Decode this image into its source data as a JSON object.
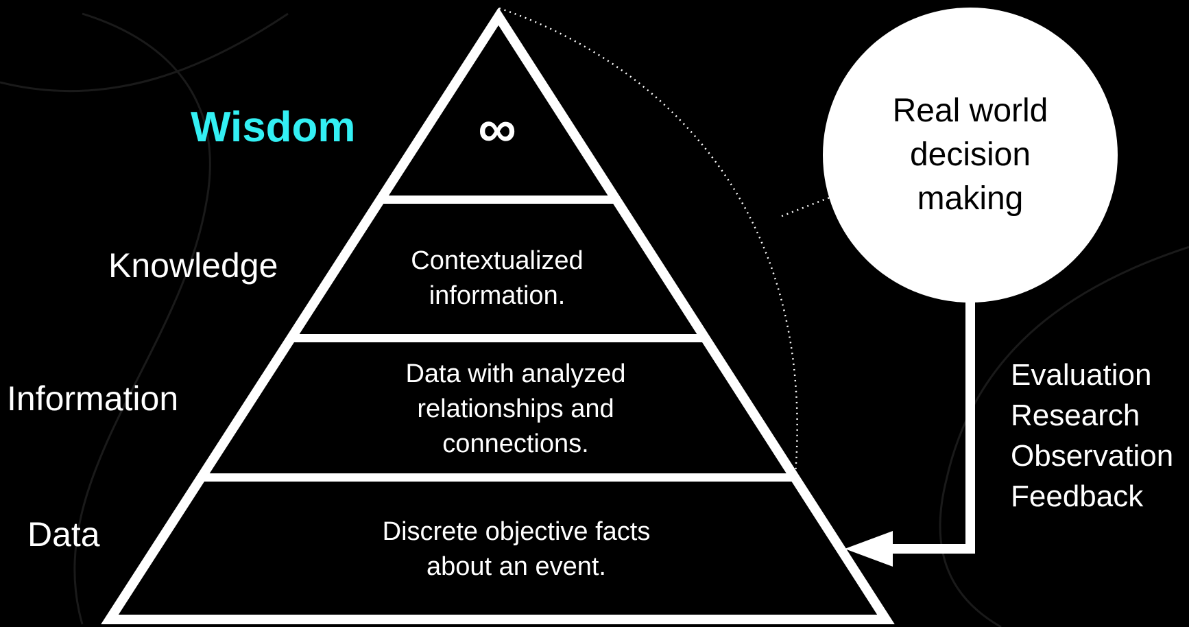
{
  "pyramid": {
    "levels": [
      {
        "name": "Wisdom",
        "description": "∞"
      },
      {
        "name": "Knowledge",
        "description": "Contextualized\ninformation."
      },
      {
        "name": "Information",
        "description": "Data with analyzed\nrelationships and\nconnections."
      },
      {
        "name": "Data",
        "description": "Discrete objective facts\nabout an event."
      }
    ]
  },
  "decision_circle": {
    "text": "Real world\ndecision\nmaking"
  },
  "feedback_list": {
    "items": [
      "Evaluation",
      "Research",
      "Observation",
      "Feedback"
    ]
  },
  "colors": {
    "background": "#000000",
    "foreground": "#ffffff",
    "wisdom_accent": "#33f0f4"
  }
}
